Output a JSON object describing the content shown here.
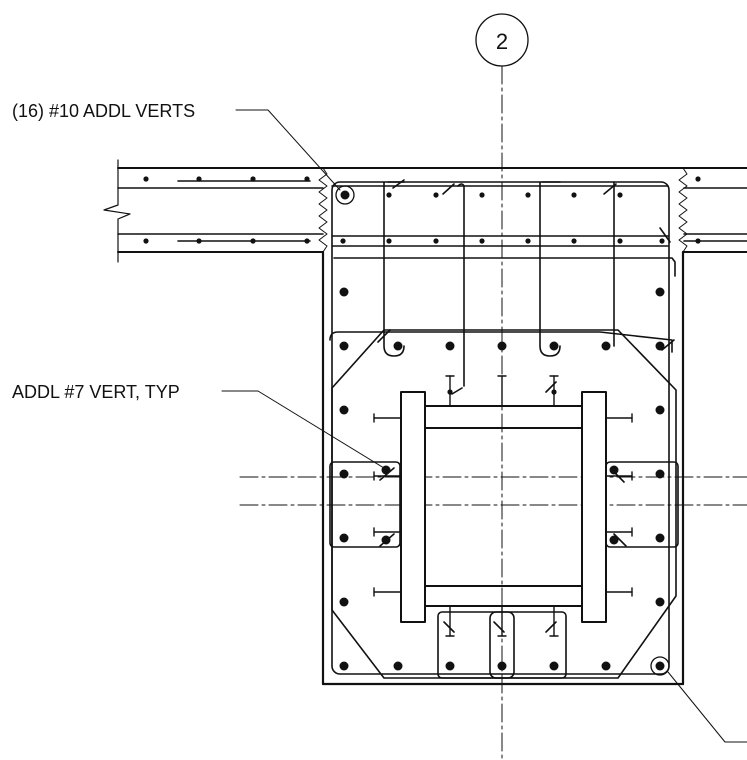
{
  "grid_bubble": {
    "label": "2"
  },
  "annotations": {
    "addl_verts": "(16) #10 ADDL VERTS",
    "addl_vert_typ": "ADDL #7 VERT, TYP"
  },
  "colors": {
    "line": "#111111",
    "background": "#ffffff"
  }
}
